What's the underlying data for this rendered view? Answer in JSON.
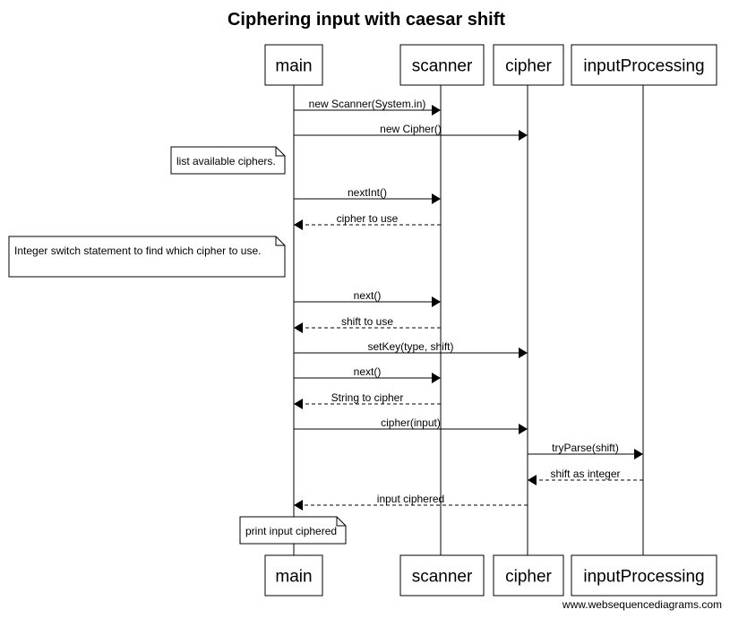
{
  "title": "Ciphering input with caesar shift",
  "participants": [
    {
      "id": "main",
      "label": "main"
    },
    {
      "id": "scanner",
      "label": "scanner"
    },
    {
      "id": "cipher",
      "label": "cipher"
    },
    {
      "id": "inputProcessing",
      "label": "inputProcessing"
    }
  ],
  "events": [
    {
      "kind": "message",
      "from": "main",
      "to": "scanner",
      "label": "new Scanner(System.in)",
      "style": "solid"
    },
    {
      "kind": "message",
      "from": "main",
      "to": "cipher",
      "label": "new Cipher()",
      "style": "solid"
    },
    {
      "kind": "note",
      "over": "main",
      "text": "list available ciphers."
    },
    {
      "kind": "message",
      "from": "main",
      "to": "scanner",
      "label": "nextInt()",
      "style": "solid"
    },
    {
      "kind": "message",
      "from": "scanner",
      "to": "main",
      "label": "cipher to use",
      "style": "dashed"
    },
    {
      "kind": "note",
      "over": "main",
      "text": "Integer switch statement to find which cipher to use."
    },
    {
      "kind": "message",
      "from": "main",
      "to": "scanner",
      "label": "next()",
      "style": "solid"
    },
    {
      "kind": "message",
      "from": "scanner",
      "to": "main",
      "label": "shift to use",
      "style": "dashed"
    },
    {
      "kind": "message",
      "from": "main",
      "to": "cipher",
      "label": "setKey(type, shift)",
      "style": "solid"
    },
    {
      "kind": "message",
      "from": "main",
      "to": "scanner",
      "label": "next()",
      "style": "solid"
    },
    {
      "kind": "message",
      "from": "scanner",
      "to": "main",
      "label": "String to cipher",
      "style": "dashed"
    },
    {
      "kind": "message",
      "from": "main",
      "to": "cipher",
      "label": "cipher(input)",
      "style": "solid"
    },
    {
      "kind": "message",
      "from": "cipher",
      "to": "inputProcessing",
      "label": "tryParse(shift)",
      "style": "solid"
    },
    {
      "kind": "message",
      "from": "inputProcessing",
      "to": "cipher",
      "label": "shift as integer",
      "style": "dashed"
    },
    {
      "kind": "message",
      "from": "cipher",
      "to": "main",
      "label": "input ciphered",
      "style": "dashed"
    },
    {
      "kind": "note",
      "over": "main",
      "text": "print input ciphered"
    }
  ],
  "footer": "www.websequencediagrams.com"
}
